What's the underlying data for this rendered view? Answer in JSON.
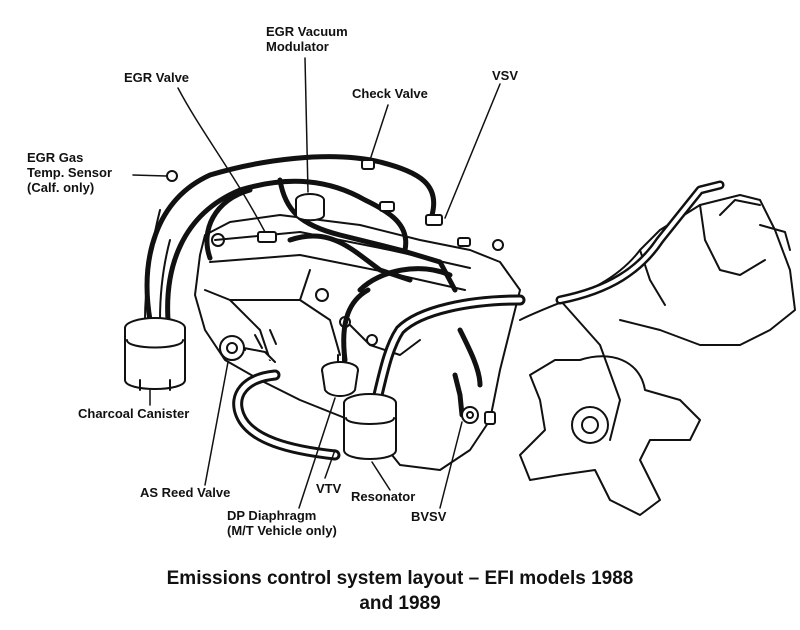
{
  "labels": {
    "egr_vacuum_modulator": [
      "EGR Vacuum",
      "Modulator"
    ],
    "egr_valve": "EGR Valve",
    "check_valve": "Check Valve",
    "vsv": "VSV",
    "egr_gas_temp_sensor": [
      "EGR Gas",
      "Temp. Sensor",
      "(Calf. only)"
    ],
    "charcoal_canister": "Charcoal Canister",
    "as_reed_valve": "AS Reed Valve",
    "vtv": "VTV",
    "resonator": "Resonator",
    "dp_diaphragm": [
      "DP Diaphragm",
      "(M/T Vehicle only)"
    ],
    "bvsv": "BVSV"
  },
  "caption": [
    "Emissions control system layout – EFI models 1988",
    "and 1989"
  ],
  "colors": {
    "ink": "#111111",
    "background": "#ffffff"
  }
}
